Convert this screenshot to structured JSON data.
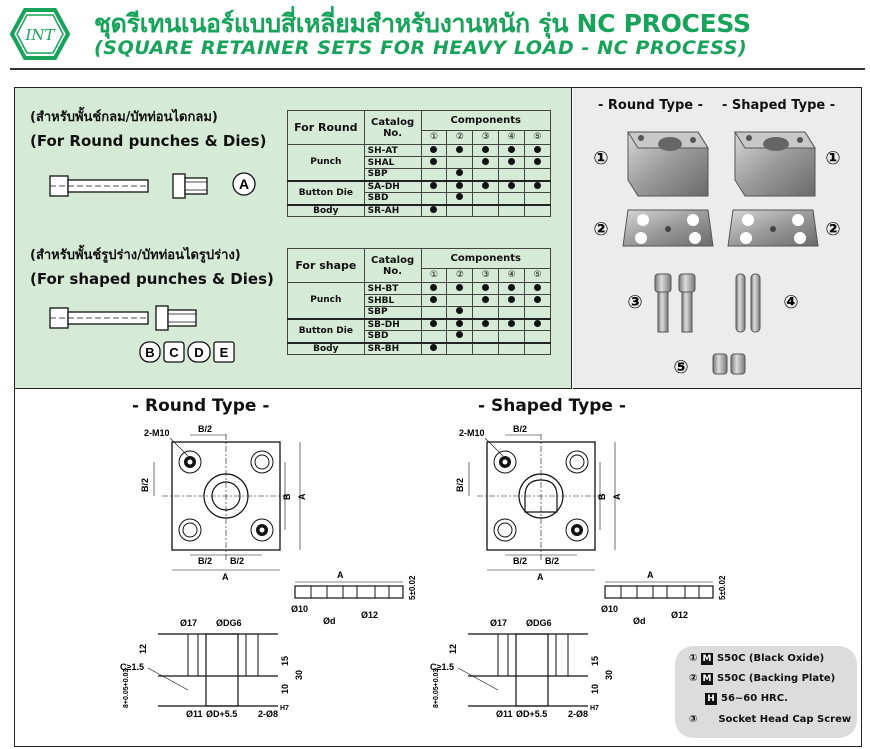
{
  "header": {
    "logo_text": "INT",
    "title_th": "ชุดรีเทนเนอร์แบบสี่เหลี่ยมสำหรับงานหนัก รุ่น NC PROCESS",
    "title_en": "(SQUARE RETAINER SETS FOR HEAVY LOAD - NC PROCESS)"
  },
  "round_section": {
    "label_th": "(สำหรับพั้นช์กลม/บัทท่อนไดกลม)",
    "label_en": "(For Round punches & Dies)",
    "type_letter": "A"
  },
  "shaped_section": {
    "label_th": "(สำหรับพั้นช์รูปร่าง/บัทท่อนไดรูปร่าง)",
    "label_en": "(For shaped punches & Dies)",
    "type_letters": [
      "B",
      "C",
      "D",
      "E"
    ]
  },
  "table_round": {
    "header_col1": "For Round",
    "header_col2": "Catalog No.",
    "header_components": "Components",
    "component_numbers": [
      "①",
      "②",
      "③",
      "④",
      "⑤"
    ],
    "groups": [
      {
        "name": "Punch",
        "rows": [
          {
            "code": "SH-AT",
            "marks": [
              1,
              1,
              1,
              1,
              1
            ]
          },
          {
            "code": "SHAL",
            "marks": [
              1,
              0,
              1,
              1,
              1
            ]
          },
          {
            "code": "SBP",
            "marks": [
              0,
              1,
              0,
              0,
              0
            ]
          }
        ]
      },
      {
        "name": "Button Die",
        "rows": [
          {
            "code": "SA-DH",
            "marks": [
              1,
              1,
              1,
              1,
              1
            ]
          },
          {
            "code": "SBD",
            "marks": [
              0,
              1,
              0,
              0,
              0
            ]
          }
        ]
      },
      {
        "name": "Body",
        "rows": [
          {
            "code": "SR-AH",
            "marks": [
              1,
              0,
              0,
              0,
              0
            ]
          }
        ]
      }
    ]
  },
  "table_shape": {
    "header_col1": "For shape",
    "header_col2": "Catalog No.",
    "header_components": "Components",
    "component_numbers": [
      "①",
      "②",
      "③",
      "④",
      "⑤"
    ],
    "groups": [
      {
        "name": "Punch",
        "rows": [
          {
            "code": "SH-BT",
            "marks": [
              1,
              1,
              1,
              1,
              1
            ]
          },
          {
            "code": "SHBL",
            "marks": [
              1,
              0,
              1,
              1,
              1
            ]
          },
          {
            "code": "SBP",
            "marks": [
              0,
              1,
              0,
              0,
              0
            ]
          }
        ]
      },
      {
        "name": "Button Die",
        "rows": [
          {
            "code": "SB-DH",
            "marks": [
              1,
              1,
              1,
              1,
              1
            ]
          },
          {
            "code": "SBD",
            "marks": [
              0,
              1,
              0,
              0,
              0
            ]
          }
        ]
      },
      {
        "name": "Body",
        "rows": [
          {
            "code": "SR-BH",
            "marks": [
              1,
              0,
              0,
              0,
              0
            ]
          }
        ]
      }
    ]
  },
  "photos": {
    "round_title": "- Round Type -",
    "shaped_title": "- Shaped Type -",
    "num1": "①",
    "num2": "②",
    "num3": "③",
    "num4": "④",
    "num5": "⑤"
  },
  "drawings": {
    "round_title": "- Round Type -",
    "shaped_title": "- Shaped Type -",
    "labels": {
      "m10": "2-M10",
      "b2": "B/2",
      "b": "B",
      "a": "A",
      "phi10": "Ø10",
      "phid": "Ød",
      "phi12": "Ø12",
      "five": "5±0.02",
      "phi17": "Ø17",
      "phidg6": "ØDG6",
      "twelve": "12",
      "fifteen": "15",
      "thirty": "30",
      "ten": "10",
      "c15": "C≥1.5",
      "tol": "8+0.05+0.03",
      "phi11": "Ø11",
      "phid55": "ØD+5.5",
      "two8": "2-Ø8",
      "h7": "H7"
    }
  },
  "legend": [
    {
      "num": "①",
      "badge": "M",
      "text": "S50C (Black Oxide)"
    },
    {
      "num": "②",
      "badge": "M",
      "text": "S50C (Backing Plate)"
    },
    {
      "num": "",
      "badge": "H",
      "text": "56~60 HRC."
    },
    {
      "num": "③",
      "badge": "",
      "text": "Socket Head Cap Screw"
    }
  ]
}
